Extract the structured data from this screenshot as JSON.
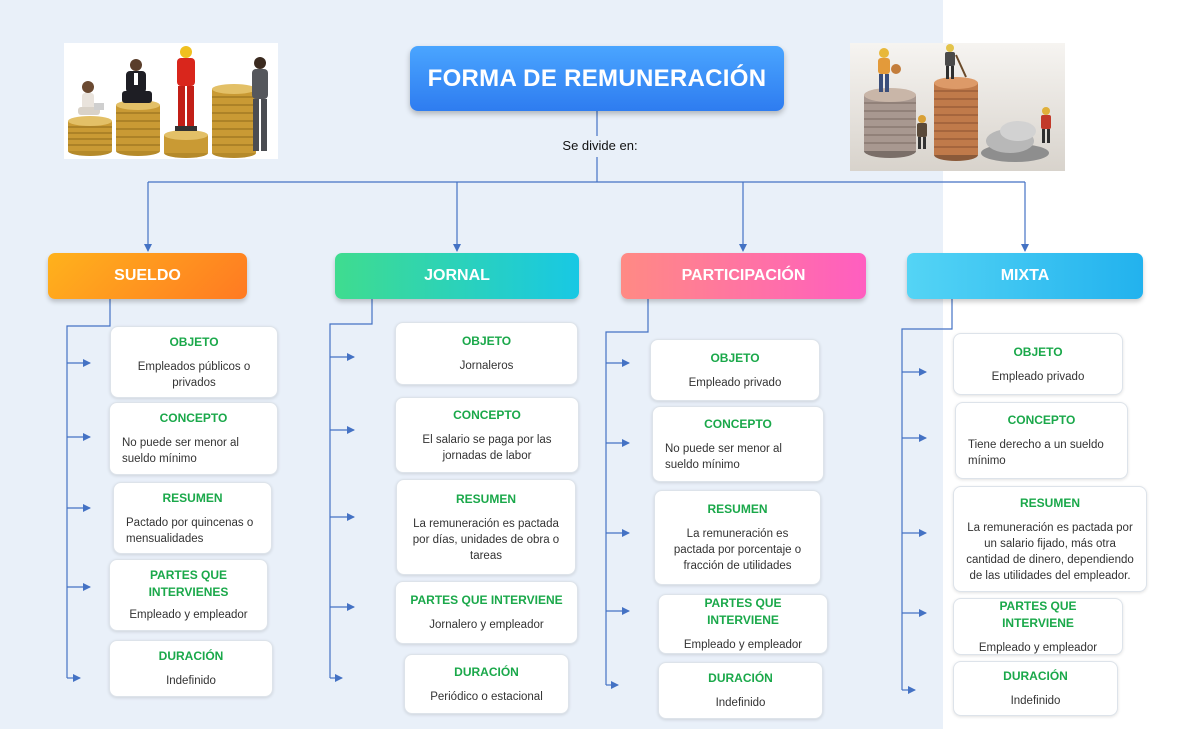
{
  "title": "FORMA DE REMUNERACIÓN",
  "connector_label": "Se divide en:",
  "colors": {
    "title_bg": "#2e7cf0",
    "heading_green": "#1aa84a",
    "connector_blue": "#4472c4",
    "sueldo": "#ff8a22",
    "jornal": "#2ad3b5",
    "participacion": "#ff6fa8",
    "mixta": "#3cc3f2"
  },
  "images": {
    "left": "people-on-coin-stacks-photo",
    "right": "miniature-workers-on-coins-photo"
  },
  "columns": [
    {
      "label": "SUELDO",
      "cards": [
        {
          "heading": "OBJETO",
          "text": "Empleados públicos o privados"
        },
        {
          "heading": "CONCEPTO",
          "text": "No puede ser menor al sueldo mínimo"
        },
        {
          "heading": "RESUMEN",
          "text": "Pactado por quincenas o mensualidades"
        },
        {
          "heading": "PARTES QUE INTERVIENES",
          "text": "Empleado y empleador"
        },
        {
          "heading": "DURACIÓN",
          "text": "Indefinido"
        }
      ]
    },
    {
      "label": "JORNAL",
      "cards": [
        {
          "heading": "OBJETO",
          "text": "Jornaleros"
        },
        {
          "heading": "CONCEPTO",
          "text": "El salario se paga por las jornadas de labor"
        },
        {
          "heading": "RESUMEN",
          "text": "La remuneración es pactada por días, unidades de obra o tareas"
        },
        {
          "heading": "PARTES QUE INTERVIENE",
          "text": "Jornalero y empleador"
        },
        {
          "heading": "DURACIÓN",
          "text": "Periódico o estacional"
        }
      ]
    },
    {
      "label": "PARTICIPACIÓN",
      "cards": [
        {
          "heading": "OBJETO",
          "text": "Empleado privado"
        },
        {
          "heading": "CONCEPTO",
          "text": "No puede ser menor al sueldo mínimo"
        },
        {
          "heading": "RESUMEN",
          "text": "La remuneración es pactada por porcentaje o fracción de utilidades"
        },
        {
          "heading": "PARTES QUE INTERVIENE",
          "text": "Empleado y empleador"
        },
        {
          "heading": "DURACIÓN",
          "text": "Indefinido"
        }
      ]
    },
    {
      "label": "MIXTA",
      "cards": [
        {
          "heading": "OBJETO",
          "text": "Empleado privado"
        },
        {
          "heading": "CONCEPTO",
          "text": "Tiene derecho a un sueldo mínimo"
        },
        {
          "heading": "RESUMEN",
          "text": "La remuneración es pactada por un salario fijado, más otra cantidad de dinero, dependiendo de las utilidades del empleador."
        },
        {
          "heading": "PARTES QUE INTERVIENE",
          "text": "Empleado y empleador"
        },
        {
          "heading": "DURACIÓN",
          "text": "Indefinido"
        }
      ]
    }
  ]
}
